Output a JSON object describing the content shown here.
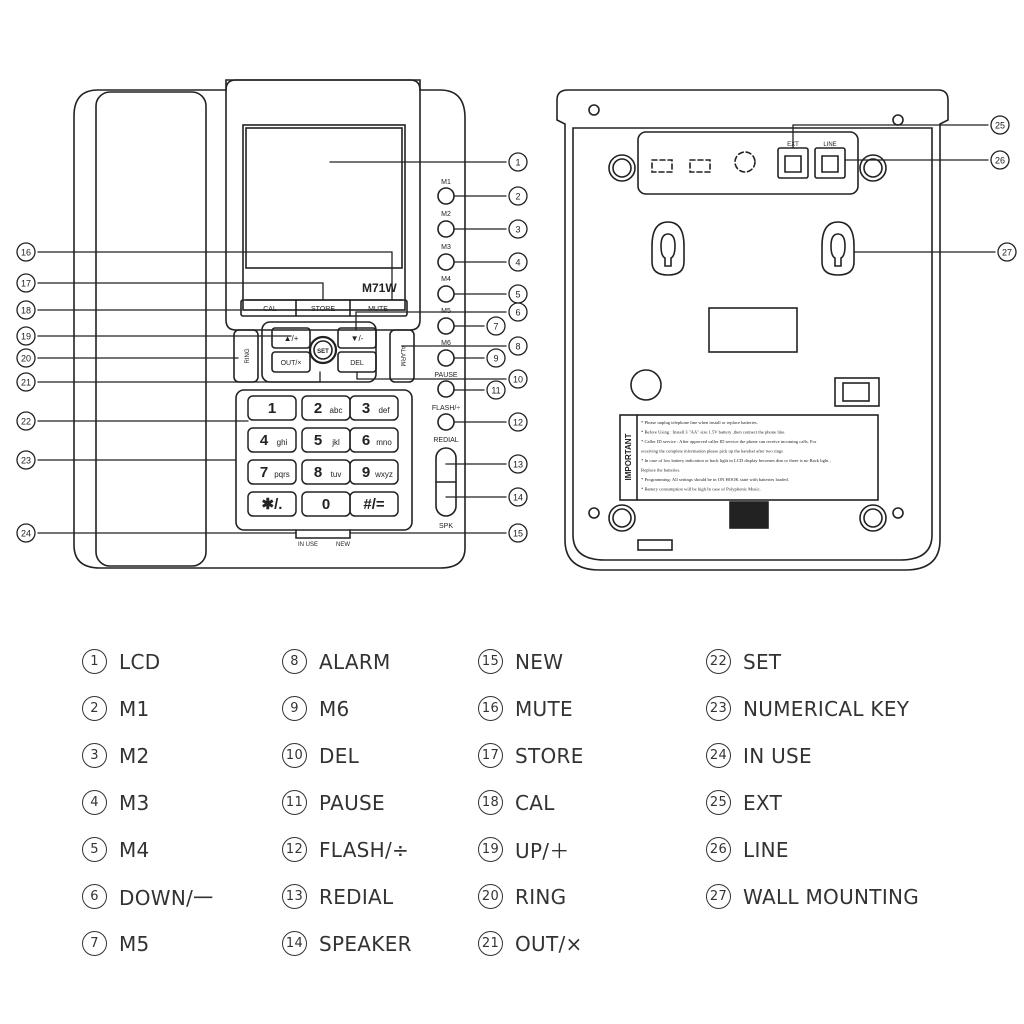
{
  "front": {
    "model": "M71W",
    "keypad": {
      "memory_labels": [
        "M1",
        "M2",
        "M3",
        "M4",
        "M5",
        "M6"
      ],
      "pause": "PAUSE",
      "flash": "FLASH/÷",
      "redial": "REDIAL",
      "spk": "SPK",
      "cal": "CAL",
      "store": "STORE",
      "mute": "MUTE",
      "up": "▲/+",
      "down": "▼/-",
      "set": "SET",
      "out": "OUT/×",
      "del": "DEL",
      "ring": "RING",
      "alarm": "ALARM",
      "in_use": "IN USE",
      "new": "NEW",
      "digits": [
        {
          "main": "1",
          "sub": ""
        },
        {
          "main": "2",
          "sub": "abc"
        },
        {
          "main": "3",
          "sub": "def"
        },
        {
          "main": "4",
          "sub": "ghi"
        },
        {
          "main": "5",
          "sub": "jkl"
        },
        {
          "main": "6",
          "sub": "mno"
        },
        {
          "main": "7",
          "sub": "pqrs"
        },
        {
          "main": "8",
          "sub": "tuv"
        },
        {
          "main": "9",
          "sub": "wxyz"
        },
        {
          "main": "✱/.",
          "sub": ""
        },
        {
          "main": "0",
          "sub": ""
        },
        {
          "main": "#/=",
          "sub": ""
        }
      ]
    }
  },
  "back": {
    "ext": "EXT",
    "line": "LINE",
    "important_title": "IMPORTANT",
    "important_lines": [
      "* Please unplug telephone line when install or replace batteries.",
      "* Before Using : Install 3 \"AA\" size 1.5V battery ,then connect the phone line.",
      "* Caller ID service : After approved caller ID service the phone can receive incoming calls. For",
      "  receiving the complete information please pick up the handset after two rings",
      "* In case of low battery indication or back light in LCD display becomes dim or there is no Back light ,",
      "  Replace the batteries.",
      "* Programming: All settings should be in ON HOOK state with batteries loaded.",
      "* Battery consumption will be high In case of Polyphonic Music."
    ]
  },
  "callouts": [
    "1",
    "2",
    "3",
    "4",
    "5",
    "6",
    "7",
    "8",
    "9",
    "10",
    "11",
    "12",
    "13",
    "14",
    "15",
    "16",
    "17",
    "18",
    "19",
    "20",
    "21",
    "22",
    "23",
    "24",
    "25",
    "26",
    "27"
  ],
  "legend": [
    {
      "num": "1",
      "label": "LCD"
    },
    {
      "num": "2",
      "label": "M1"
    },
    {
      "num": "3",
      "label": "M2"
    },
    {
      "num": "4",
      "label": "M3"
    },
    {
      "num": "5",
      "label": "M4"
    },
    {
      "num": "6",
      "label": "DOWN/一"
    },
    {
      "num": "7",
      "label": "M5"
    },
    {
      "num": "8",
      "label": "ALARM"
    },
    {
      "num": "9",
      "label": "M6"
    },
    {
      "num": "10",
      "label": "DEL"
    },
    {
      "num": "11",
      "label": "PAUSE"
    },
    {
      "num": "12",
      "label": "FLASH/÷"
    },
    {
      "num": "13",
      "label": "REDIAL"
    },
    {
      "num": "14",
      "label": "SPEAKER"
    },
    {
      "num": "15",
      "label": "NEW"
    },
    {
      "num": "16",
      "label": "MUTE"
    },
    {
      "num": "17",
      "label": "STORE"
    },
    {
      "num": "18",
      "label": "CAL"
    },
    {
      "num": "19",
      "label": "UP/＋"
    },
    {
      "num": "20",
      "label": "RING"
    },
    {
      "num": "21",
      "label": "OUT/×"
    },
    {
      "num": "22",
      "label": "SET"
    },
    {
      "num": "23",
      "label": "NUMERICAL KEY"
    },
    {
      "num": "24",
      "label": "IN USE"
    },
    {
      "num": "25",
      "label": "EXT"
    },
    {
      "num": "26",
      "label": "LINE"
    },
    {
      "num": "27",
      "label": "WALL MOUNTING"
    }
  ]
}
